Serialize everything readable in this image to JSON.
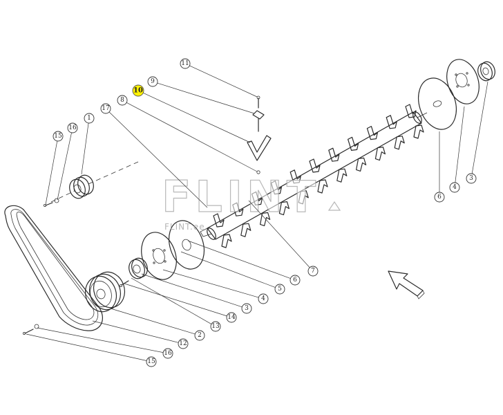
{
  "callouts": [
    {
      "label": "11",
      "highlight": false
    },
    {
      "label": "9",
      "highlight": false
    },
    {
      "label": "10",
      "highlight": true
    },
    {
      "label": "8",
      "highlight": false
    },
    {
      "label": "17",
      "highlight": false
    },
    {
      "label": "1",
      "highlight": false
    },
    {
      "label": "16",
      "highlight": false
    },
    {
      "label": "15",
      "highlight": false
    },
    {
      "label": "6",
      "highlight": false
    },
    {
      "label": "4",
      "highlight": false
    },
    {
      "label": "3",
      "highlight": false
    },
    {
      "label": "7",
      "highlight": false
    },
    {
      "label": "6",
      "highlight": false
    },
    {
      "label": "5",
      "highlight": false
    },
    {
      "label": "4",
      "highlight": false
    },
    {
      "label": "3",
      "highlight": false
    },
    {
      "label": "14",
      "highlight": false
    },
    {
      "label": "13",
      "highlight": false
    },
    {
      "label": "2",
      "highlight": false
    },
    {
      "label": "12",
      "highlight": false
    },
    {
      "label": "16",
      "highlight": false
    },
    {
      "label": "15",
      "highlight": false
    }
  ],
  "watermark": {
    "main": "FLINT",
    "sub": "FLINT.ee"
  },
  "colors": {
    "highlight": "#fff200",
    "line": "#2a2a2a",
    "background": "#ffffff"
  }
}
